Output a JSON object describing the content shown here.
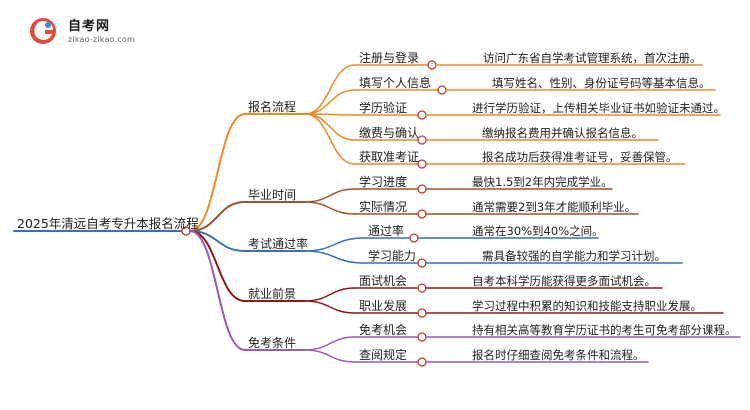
{
  "logo": {
    "title": "自考网",
    "subtitle": "zikao-zikao.com"
  },
  "root": {
    "label": "2025年清远自考专升本报名流程"
  },
  "colors": {
    "root": "#3a6fb0",
    "branches": [
      "#f08a24",
      "#a0522d",
      "#3a6fb0",
      "#8b1a1a",
      "#9b59b6"
    ],
    "dot_border": "#c0392b"
  },
  "branches": [
    {
      "label": "报名流程",
      "items": [
        {
          "label": "注册与登录",
          "desc": "访问广东省自学考试管理系统，首次注册。"
        },
        {
          "label": "填写个人信息",
          "desc": "填写姓名、性别、身份证号码等基本信息。"
        },
        {
          "label": "学历验证",
          "desc": "进行学历验证，上传相关毕业证书如验证未通过。"
        },
        {
          "label": "缴费与确认",
          "desc": "缴纳报名费用并确认报名信息。"
        },
        {
          "label": "获取准考证",
          "desc": "报名成功后获得准考证号，妥善保管。"
        }
      ]
    },
    {
      "label": "毕业时间",
      "items": [
        {
          "label": "学习进度",
          "desc": "最快1.5到2年内完成学业。"
        },
        {
          "label": "实际情况",
          "desc": "通常需要2到3年才能顺利毕业。"
        }
      ]
    },
    {
      "label": "考试通过率",
      "items": [
        {
          "label": "通过率",
          "desc": "通常在30%到40%之间。"
        },
        {
          "label": "学习能力",
          "desc": "需具备较强的自学能力和学习计划。"
        }
      ]
    },
    {
      "label": "就业前景",
      "items": [
        {
          "label": "面试机会",
          "desc": "自考本科学历能获得更多面试机会。"
        },
        {
          "label": "职业发展",
          "desc": "学习过程中积累的知识和技能支持职业发展。"
        }
      ]
    },
    {
      "label": "免考条件",
      "items": [
        {
          "label": "免考机会",
          "desc": "持有相关高等教育学历证书的考生可免考部分课程。"
        },
        {
          "label": "查阅规定",
          "desc": "报名时仔细查阅免考条件和流程。"
        }
      ]
    }
  ]
}
